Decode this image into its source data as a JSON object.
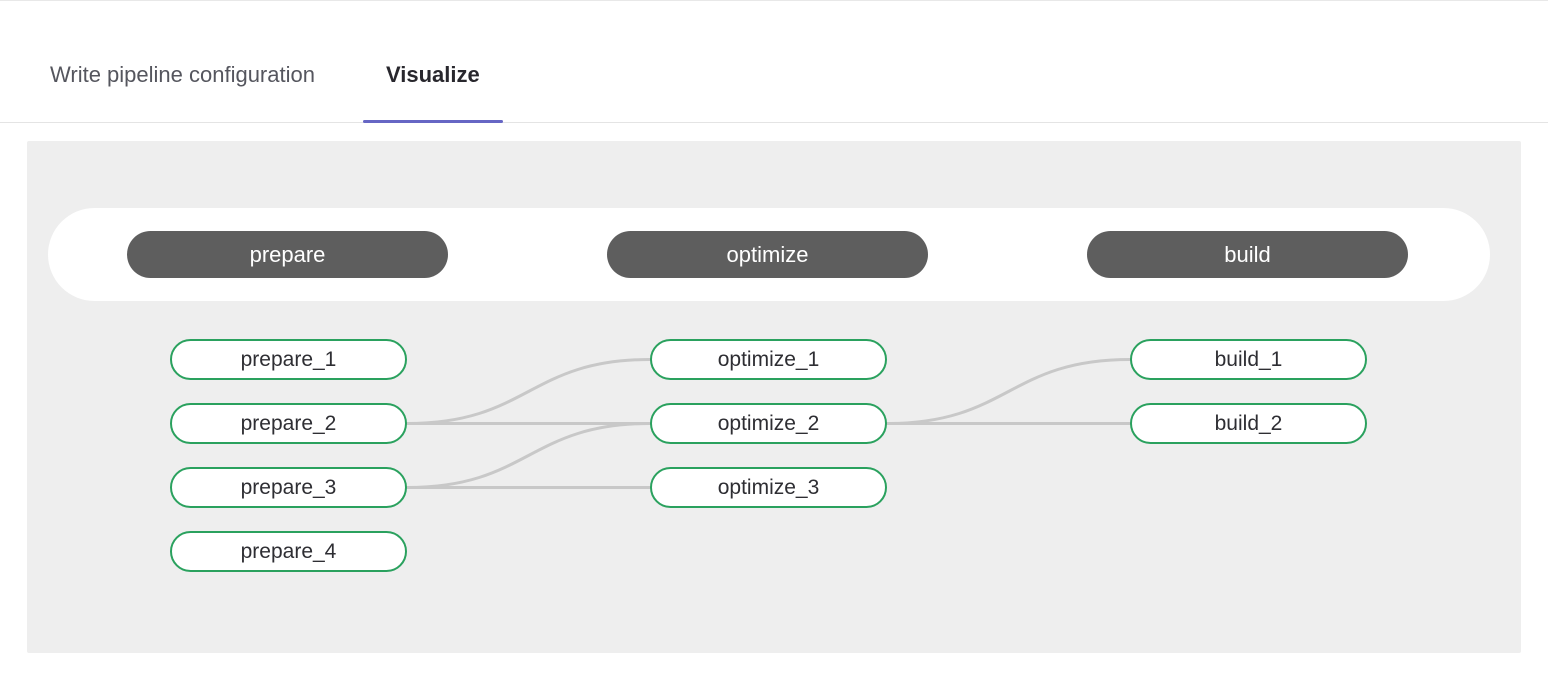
{
  "tabs": [
    {
      "label": "Write pipeline configuration",
      "active": false
    },
    {
      "label": "Visualize",
      "active": true
    }
  ],
  "pipeline": {
    "stages": [
      {
        "name": "prepare",
        "jobs": [
          "prepare_1",
          "prepare_2",
          "prepare_3",
          "prepare_4"
        ]
      },
      {
        "name": "optimize",
        "jobs": [
          "optimize_1",
          "optimize_2",
          "optimize_3"
        ]
      },
      {
        "name": "build",
        "jobs": [
          "build_1",
          "build_2"
        ]
      }
    ],
    "edges": [
      {
        "from": "prepare_2",
        "to": "optimize_1"
      },
      {
        "from": "prepare_2",
        "to": "optimize_2"
      },
      {
        "from": "prepare_3",
        "to": "optimize_2"
      },
      {
        "from": "prepare_3",
        "to": "optimize_3"
      },
      {
        "from": "optimize_2",
        "to": "build_1"
      },
      {
        "from": "optimize_2",
        "to": "build_2"
      }
    ]
  },
  "colors": {
    "accent_underline": "#6666c4",
    "stage_pill_bg": "#5e5e5e",
    "job_border": "#2aa15e",
    "edge_line": "#c8c8c8",
    "panel_bg": "#eeeeee"
  }
}
